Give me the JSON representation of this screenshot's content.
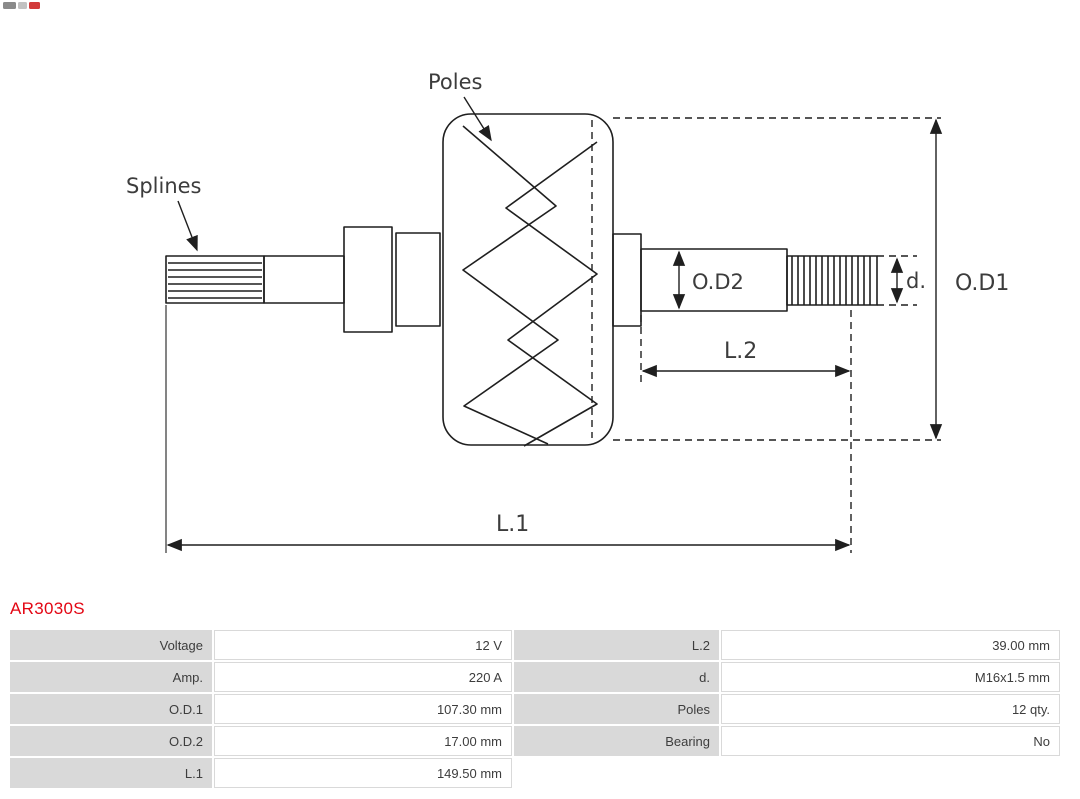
{
  "part_number": "AR3030S",
  "colors": {
    "part_number_red": "#e30613",
    "table_label_bg": "#d9d9d9",
    "line": "#1f1f1f"
  },
  "diagram": {
    "labels": {
      "poles": "Poles",
      "splines": "Splines",
      "od2": "O.D2",
      "d": "d.",
      "od1": "O.D1",
      "l2": "L.2",
      "l1": "L.1"
    }
  },
  "spec_table": {
    "left": [
      {
        "label": "Voltage",
        "value": "12 V"
      },
      {
        "label": "Amp.",
        "value": "220 A"
      },
      {
        "label": "O.D.1",
        "value": "107.30 mm"
      },
      {
        "label": "O.D.2",
        "value": "17.00 mm"
      },
      {
        "label": "L.1",
        "value": "149.50 mm"
      }
    ],
    "right": [
      {
        "label": "L.2",
        "value": "39.00 mm"
      },
      {
        "label": "d.",
        "value": "M16x1.5 mm"
      },
      {
        "label": "Poles",
        "value": "12 qty."
      },
      {
        "label": "Bearing",
        "value": "No"
      },
      {
        "label": "",
        "value": ""
      }
    ]
  }
}
